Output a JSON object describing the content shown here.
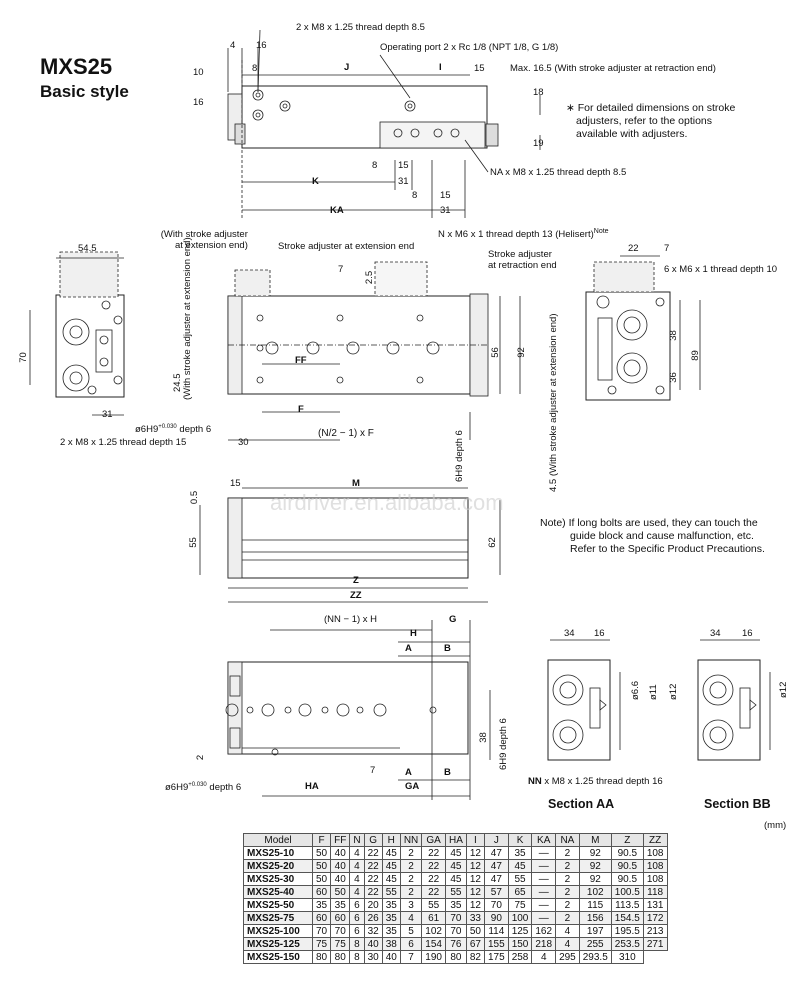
{
  "title": {
    "model": "MXS25",
    "style": "Basic style"
  },
  "notes": {
    "stroke_adjuster": [
      "∗ For detailed dimensions on stroke",
      "adjusters, refer to the options",
      "available with adjusters."
    ],
    "long_bolts": [
      "Note) If long bolts are used, they can touch the",
      "guide block and cause malfunction, etc.",
      "Refer to the Specific Product Precautions."
    ]
  },
  "labels": {
    "thread_m8_top": "2 x M8 x 1.25 thread depth 8.5",
    "operating_port": "Operating port 2 x Rc 1/8 (NPT 1/8, G 1/8)",
    "max_stroke": "Max. 16.5 (With stroke adjuster at retraction end)",
    "na_thread": "NA x M8 x 1.25 thread depth 8.5",
    "with_adj_ext": [
      "(With stroke adjuster",
      "at extension end)"
    ],
    "adj_ext_end": "Stroke adjuster at extension end",
    "n_thread": "N x M6 x 1 thread depth 13 (Helisert)",
    "n_thread_note": "Note",
    "adj_retraction": [
      "Stroke adjuster",
      "at retraction end"
    ],
    "m6_thread_side": "6 x M6 x 1 thread depth 10",
    "thread_m8_side": "2 x M8 x 1.25 thread depth 15",
    "pin_hole_1": "ø6H9",
    "pin_hole_depth_1": "depth 6",
    "pin_hole_2": "6H9",
    "pin_hole_depth_2": "depth 6",
    "pin_hole_3": "ø6H9",
    "pin_hole_depth_3": "depth 6",
    "pin_hole_4": "6H9",
    "pin_hole_depth_4": "depth 6",
    "tol_plus": "+0.030",
    "tol_zero": "0",
    "with_adj_ext_vert": "(With stroke adjuster at extension end)",
    "with_adj_ext_vert2": "4.5 (With stroke adjuster at extension end)",
    "with_adj_ret_vert": "24.5",
    "formula": "(N/2 − 1) x F",
    "formula_n": "N",
    "formula_2": "2",
    "formula_rest": "− 1) x F",
    "nn_h": "(NN − 1) x H",
    "nn_thread": "x M8 x 1.25 thread depth 16",
    "nn_prefix": "NN",
    "phi_6_6": "ø6.6",
    "phi_11": "ø11",
    "phi_12a": "ø12",
    "phi_12b": "ø12"
  },
  "dims": {
    "top": [
      "4",
      "16",
      "10",
      "8",
      "J",
      "I",
      "15",
      "18",
      "16",
      "19",
      "8",
      "15",
      "K",
      "31",
      "8",
      "15",
      "KA",
      "31"
    ],
    "mid": [
      "54.5",
      "70",
      "31",
      "7",
      "2.5",
      "FF",
      "F",
      "30",
      "56",
      "92",
      "22",
      "7",
      "38",
      "36",
      "89"
    ],
    "lower": [
      "0.5",
      "15",
      "M",
      "55",
      "62",
      "Z",
      "ZZ"
    ],
    "bottom": [
      "H",
      "G",
      "A",
      "B",
      "2",
      "7",
      "A",
      "B",
      "HA",
      "GA",
      "38",
      "34",
      "16",
      "34",
      "16"
    ]
  },
  "sections": {
    "aa": "Section AA",
    "bb": "Section BB"
  },
  "watermark": "airdriver.en.alibaba.com",
  "table": {
    "unit": "(mm)",
    "headers": [
      "Model",
      "F",
      "FF",
      "N",
      "G",
      "H",
      "NN",
      "GA",
      "HA",
      "I",
      "J",
      "K",
      "KA",
      "NA",
      "M",
      "Z",
      "ZZ"
    ],
    "rows": [
      [
        "MXS25-10",
        "50",
        "40",
        "4",
        "22",
        "45",
        "2",
        "22",
        "45",
        "12",
        "47",
        "35",
        "—",
        "2",
        "92",
        "90.5",
        "108"
      ],
      [
        "MXS25-20",
        "50",
        "40",
        "4",
        "22",
        "45",
        "2",
        "22",
        "45",
        "12",
        "47",
        "45",
        "—",
        "2",
        "92",
        "90.5",
        "108"
      ],
      [
        "MXS25-30",
        "50",
        "40",
        "4",
        "22",
        "45",
        "2",
        "22",
        "45",
        "12",
        "47",
        "55",
        "—",
        "2",
        "92",
        "90.5",
        "108"
      ],
      [
        "MXS25-40",
        "60",
        "50",
        "4",
        "22",
        "55",
        "2",
        "22",
        "55",
        "12",
        "57",
        "65",
        "—",
        "2",
        "102",
        "100.5",
        "118"
      ],
      [
        "MXS25-50",
        "35",
        "35",
        "6",
        "20",
        "35",
        "3",
        "55",
        "35",
        "12",
        "70",
        "75",
        "—",
        "2",
        "115",
        "113.5",
        "131"
      ],
      [
        "MXS25-75",
        "60",
        "60",
        "6",
        "26",
        "35",
        "4",
        "61",
        "70",
        "33",
        "90",
        "100",
        "—",
        "2",
        "156",
        "154.5",
        "172"
      ],
      [
        "MXS25-100",
        "70",
        "70",
        "6",
        "32",
        "35",
        "5",
        "102",
        "70",
        "50",
        "114",
        "125",
        "162",
        "4",
        "197",
        "195.5",
        "213"
      ],
      [
        "MXS25-125",
        "75",
        "75",
        "8",
        "40",
        "38",
        "6",
        "154",
        "76",
        "67",
        "155",
        "150",
        "218",
        "4",
        "255",
        "253.5",
        "271"
      ],
      [
        "MXS25-150",
        "80",
        "80",
        "8",
        "30",
        "40",
        "7",
        "190",
        "80",
        "82",
        "175",
        "258",
        "4",
        "295",
        "293.5",
        "310"
      ]
    ]
  }
}
